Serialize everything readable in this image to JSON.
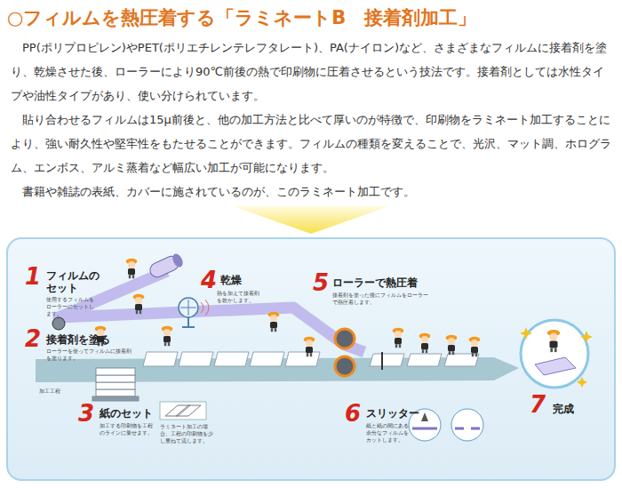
{
  "diagram": {
    "title": "○フィルムを熱圧着する「ラミネートB　接着剤加工」",
    "labels": [
      "PP(ポリプロピレン)やPET(ポリエチレンテレフタレート)、PA(ナイロン)など、さまざまなフィルムに接着剤を塗り、乾燥させた後、ローラーにより90℃前後の熱で印刷物に圧着させるという技法です。接着剤としては水性タイプや油性タイプがあり、使い分けられています。",
      "貼り合わせるフィルムは15μ前後と、他の加工方法と比べて厚いのが特徴で、印刷物をラミネート加工することにより、強い耐久性や堅牢性をもたせることができます。フィルムの種類を変えることで、光沢、マット調、ホログラム、エンボス、アルミ蒸着など幅広い加工が可能になります。",
      "書籍や雑誌の表紙、カバーに施されているのが、このラミネート加工です。",
      "1",
      "フィルムのセット",
      "使用するフィルムをローラーにセットします。",
      "4",
      "乾燥",
      "熱を加えて接着剤を乾かします。",
      "5",
      "ローラーで熱圧着",
      "接着剤を塗った後にフィルムをローラーで熱圧着します。",
      "2",
      "接着剤を塗る",
      "ローラーを使ってフィルムに接着剤を塗ります。",
      "加工工程",
      "3",
      "紙のセット",
      "加工する印刷物を工程のラインに乗せます。",
      "ラミネート加工の場合、工程の印刷物を少し重ねて流します。",
      "6",
      "スリッター",
      "紙と紙の間にある余分なフィルムをカットします。",
      "7",
      "完成"
    ]
  }
}
